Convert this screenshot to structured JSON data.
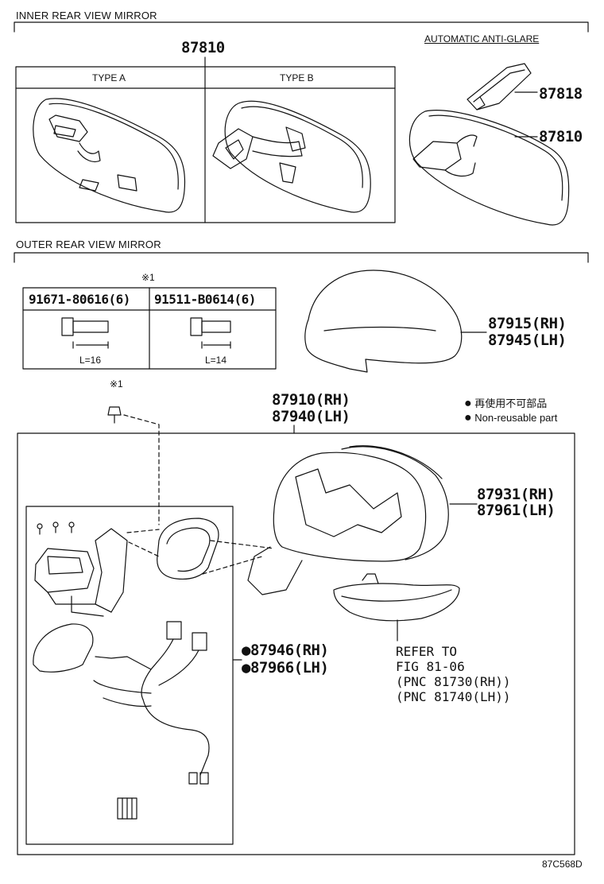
{
  "sections": {
    "inner": "INNER REAR VIEW MIRROR",
    "outer": "OUTER REAR VIEW MIRROR"
  },
  "inner": {
    "main_part": "87810",
    "type_a": "TYPE A",
    "type_b": "TYPE B",
    "auto_antiglare": "AUTOMATIC ANTI-GLARE",
    "bracket_part": "87818",
    "auto_mirror_part": "87810"
  },
  "bolts": {
    "mark": "※1",
    "col1": "91671-80616(6)",
    "col2": "91511-B0614(6)",
    "len1": "L=16",
    "len2": "L=14"
  },
  "outer": {
    "screw_mark": "※1",
    "cover_rh": "87915(RH)",
    "cover_lh": "87945(LH)",
    "assy_rh": "87910(RH)",
    "assy_lh": "87940(LH)",
    "housing_rh": "87931(RH)",
    "housing_lh": "87961(LH)",
    "sub_rh": "87946(RH)",
    "sub_lh": "87966(LH)",
    "refer": [
      "REFER TO",
      "FIG 81-06",
      "(PNC 81730(RH))",
      "(PNC 81740(LH))"
    ]
  },
  "legend": {
    "dot": "●",
    "jp": "再使用不可部品",
    "en": "Non-reusable part"
  },
  "figure_id": "87C568D"
}
